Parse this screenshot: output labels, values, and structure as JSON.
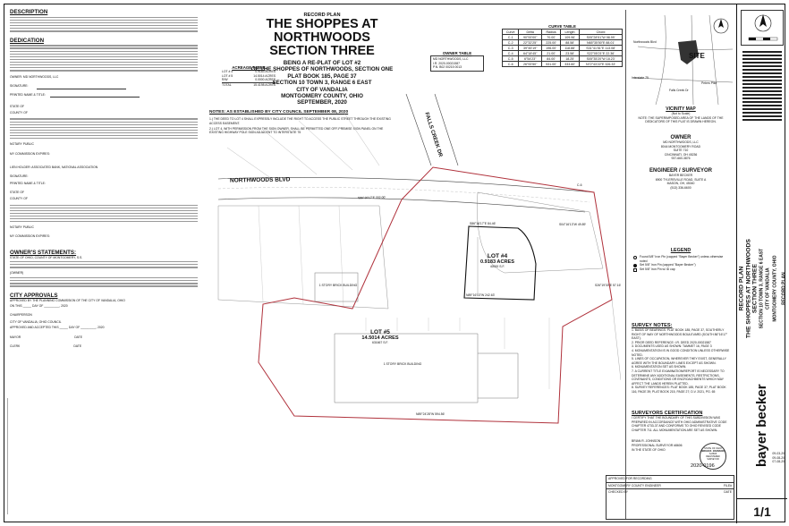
{
  "title": {
    "record_plan": "RECORD PLAN",
    "line1": "THE SHOPPES AT NORTHWOODS",
    "line2": "SECTION THREE",
    "sub1": "BEING A RE-PLAT OF LOT #2",
    "sub2": "OF THE SHOPPES OF NORTHWOODS, SECTION ONE",
    "sub3": "PLAT BOOK 185, PAGE 37",
    "sub4": "SECTION 10 TOWN 3, RANGE 6 EAST",
    "sub5": "CITY OF VANDALIA",
    "sub6": "MONTGOMERY COUNTY, OHIO",
    "sub7": "SEPTEMBER, 2020"
  },
  "left": {
    "description_h": "DESCRIPTION",
    "dedication_h": "DEDICATION",
    "owner_label": "OWNER: MD NORTHWOODS, LLC",
    "signature": "SIGNATURE:",
    "printed_name": "PRINTED NAME & TITLE:",
    "state_of": "STATE OF",
    "county_of": "COUNTY OF",
    "notary_public": "NOTARY PUBLIC",
    "my_commission": "MY COMMISSION EXPIRES:",
    "lien_holder": "LIEN HOLDER: ASSOCIATED BANK, NATIONAL ASSOCIATION",
    "owners_statements_h": "OWNER'S STATEMENTS:",
    "owners_state": "STATE OF OHIO, COUNTY OF MONTGOMERY, S.S.",
    "owner_line": "(OWNER)",
    "approvals_h": "CITY APPROVALS",
    "approved_by": "APPROVED BY THE PLANNING COMMISSION OF THE CITY OF VANDALIA, OHIO",
    "on_this": "ON THIS _____ DAY OF _________, 2020",
    "chairperson": "CHAIRPERSON",
    "council": "CITY OF VANDALIA, OHIO COUNCIL",
    "approved_accepted": "APPROVED AND ACCEPTED THIS _____ DAY OF _________, 2020",
    "mayor": "MAYOR",
    "date": "DATE",
    "clerk": "CLERK"
  },
  "acreage": {
    "heading": "ACREAGE TABLE",
    "rows": [
      {
        "lot": "LOT # 4",
        "acres": "0.9183 ACRES"
      },
      {
        "lot": "LOT # 5",
        "acres": "14.5014 ACRES"
      },
      {
        "lot": "R/W",
        "acres": "0.0000 ACRES"
      },
      {
        "lot": "TOTAL",
        "acres": "15.4198 ACRES"
      }
    ]
  },
  "owner_table": {
    "heading": "OWNER TABLE",
    "name": "MD NORTHWOODS, LLC",
    "ref1": "I.R. 2020-00021587",
    "ref2": "P.N. B02 00215 0013"
  },
  "curve_table": {
    "heading": "CURVE TABLE",
    "headers": [
      "Curve",
      "Delta",
      "Radius",
      "Length",
      "Chord"
    ],
    "rows": [
      [
        "C-1",
        "90°00'00\"",
        "70.00'",
        "109.96'",
        "S05°28'51\"W  98.99'"
      ],
      [
        "C-2",
        "22°32'25\"",
        "225.00'",
        "88.58'",
        "N65°35'50\"E  88.01'"
      ],
      [
        "C-3",
        "39°45'19\"",
        "196.00'",
        "118.88'",
        "S31°41'51\"E  113.08'"
      ],
      [
        "C-4",
        "64°18'45\"",
        "21.00'",
        "23.58'",
        "S22°05'21\"E  22.36'"
      ],
      [
        "C-5",
        "6°54'23\"",
        "84.00'",
        "18.25'",
        "S05°35'20\"W  18.23'"
      ],
      [
        "C-6",
        "26°00'50\"",
        "531.00'",
        "333.60'",
        "N72°43'22\"E  326.33'"
      ]
    ]
  },
  "notes": {
    "heading": "NOTES: AS ESTABLISHED BY CITY COUNCIL SEPTEMBER 08, 2020",
    "n1": "1.) THE DEED TO LOT 4 SHALL EXPRESSLY INCLUDE THE RIGHT TO ACCESS THE PUBLIC STREET THROUGH THE EXISTING ACCESS EASEMENT.",
    "n2": "2.) LOT 4, WITH PERMISSION FROM THE SIGN OWNER, SHALL BE PERMITTED ONE OFF-PREMISE SIGN PANEL ON THE EXISTING HIGHWAY POLE SIGN ADJACENT TO INTERSTATE 75"
  },
  "plan": {
    "road_main": "NORTHWOODS BLVD",
    "road_side": "FALLS CREEK DR",
    "road_bearing": "S86°16'17\"E 332.00'",
    "lot4_name": "LOT #4",
    "lot4_area": "0.9183 ACRES",
    "lot4_area2": "40000 S.F.",
    "lot5_name": "LOT #5",
    "lot5_area": "14.5014 ACRES",
    "lot5_area2": "631667 S.F.",
    "building_small": "1 STORY BRICK BUILDING",
    "building_large": "1 STORY BRICK BUILDING",
    "bearing_lot4_top": "S86°16'17\"E 84.46'",
    "bearing_lot4_bottom": "N89°16'13\"W 242.63'",
    "bearing_lot4_right": "S04°16'13\"W 49.89'",
    "bearing_bottom": "N89°24'28\"W 594.56'",
    "bearing_right": "S26°19'30\"E 57.16'",
    "chord_tag": "C-6"
  },
  "vicinity": {
    "heading": "VICINITY MAP",
    "subheading": "(Not to Scale)",
    "note": "NOTE: THE SUPERIMPOSED AREA OF THE LANDS OF THE DEDICATORS OF THIS PLAT IS DRAWN HEREON.",
    "site": "SITE",
    "road1": "Northwoods Blvd",
    "road2": "Interstate 75",
    "road3": "Falls Creek Dr",
    "road4": "Peters Pike"
  },
  "owner_block": {
    "heading": "OWNER",
    "name": "MD NORTHWOODS, LLC",
    "addr1": "8044 MONTGOMERY ROAD",
    "addr2": "SUITE 710",
    "addr3": "CINCINNATI, OH 45236",
    "phone": "937-660-3876"
  },
  "engineer": {
    "heading": "ENGINEER / SURVEYOR",
    "name": "BAYER BECKER",
    "addr1": "6900 TYLERSVILLE ROAD, SUITE A",
    "addr2": "MASON, OH, 45040",
    "phone": "(513) 336-6600"
  },
  "legend": {
    "heading": "LEGEND",
    "i1": "Found 5/8\" Iron Pin (capped \"Bayer Becker\") unless otherwise noted",
    "i2": "Set 5/8\" Iron Pin (capped \"Bayer Becker\")",
    "i3": "Set 5/8\" Iron Pin w/ ID cap"
  },
  "survey_notes": {
    "heading": "SURVEY NOTES:",
    "n1": "1. BASIS OF BEARINGS: PLAT BOOK 185, PAGE 37, SOUTHERLY RIGHT OF WAY OF NORTHWOODS BOULEVARD (SOUTH 86°16'17\" EAST).",
    "n2": "2. PRIOR DEED REFERENCE: I.R. DEED 2020-00021587",
    "n3": "3. DOCUMENTS USED AS SHOWN: TAMMET 16, PAGE 3",
    "n4": "4. MONUMENTATION IS IN GOOD CONDITION UNLESS OTHERWISE NOTED.",
    "n5": "5. LINES OF OCCUPATION, WHEREVER THEY EXIST, GENERALLY AGREE WITH THE BOUNDARY LINES EXCEPT AS SHOWN.",
    "n6": "6. MONUMENTATION SET AS SHOWN.",
    "n7": "7. A CURRENT TITLE EXAMINATION/REPORT IS NECESSARY TO DETERMINE ANY ADDITIONAL EASEMENTS, RESTRICTIONS, COVENANTS, CONDITIONS OR ENCROACHMENTS WHICH MAY AFFECT THE LANDS HEREIN PLATTED.",
    "n8": "8. SURVEY REFERENCES: PLAT BOOK 185, PAGE 37; PLAT BOOK 116, PAGE 39; PLAT BOOK 215, PAGE 27; D.V. 2021, PG. 65"
  },
  "certification": {
    "heading": "SURVEYORS CERTIFICATION",
    "text": "I CERTIFY THAT THE BOUNDARY OF THIS SUBDIVISION WAS PREPARED IN ACCORDANCE WITH OHIO ADMINISTRATIVE CODE CHAPTER 4733-37 AND CONFORMS TO OHIO REVISED CODE CHAPTER 711. ALL MONUMENTATION ARE SET AS SHOWN.",
    "name": "BRIAN R. JOHNSON",
    "title": "PROFESSIONAL SURVEYOR #8606",
    "state": "IN THE STATE OF OHIO",
    "seal1": "STATE OF OHIO",
    "seal2": "BRIAN R. JOHNSON",
    "seal3": "S-8606",
    "seal4": "REGISTERED SURVEYOR"
  },
  "approval_block": {
    "approved_for": "APPROVED FOR RECORDING",
    "job": "2020-0196",
    "county_engineer": "MONTGOMERY COUNTY ENGINEER",
    "file": "FILE#",
    "checked_by": "CHECKED BY",
    "date": "DATE"
  },
  "title_block": {
    "firm": "bayer becker",
    "rp1": "RECORD PLAN",
    "rp2": "THE SHOPPES AT NORTHWOODS",
    "rp3": "SECTION THREE",
    "rp4": "SECTION 10 TOWN 3, RANGE 6 EAST",
    "rp5": "CITY OF VANDALIA",
    "rp6": "MONTGOMERY COUNTY, OHIO",
    "rp7": "RECORD PLAN",
    "dates": [
      "09-03-20",
      "09-08-20",
      "07-08-20"
    ],
    "sheet": "1/1"
  },
  "colors": {
    "boundary": "#b0323c",
    "lines": "#9a9a9a",
    "ink": "#111111"
  }
}
